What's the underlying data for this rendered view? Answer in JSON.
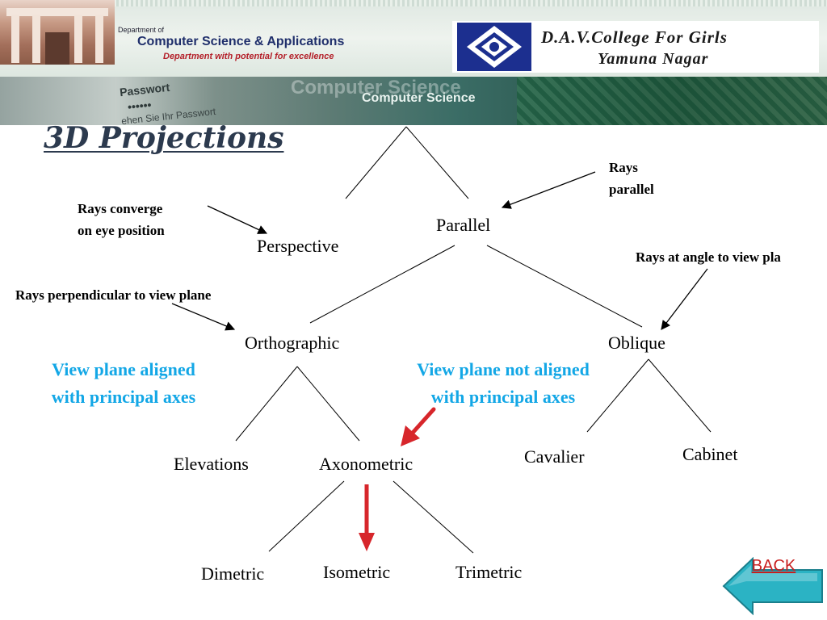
{
  "header": {
    "dept_small": "Department of",
    "dept_name": "Computer Science & Applications",
    "dept_tagline": "Department with potential for excellence",
    "college_line1": "D.A.V.College For Girls",
    "college_line2": "Yamuna Nagar",
    "banner_passwort": "Passwort",
    "banner_dots": "••••••",
    "banner_ihr": "ehen Sie Ihr Passwort",
    "banner_cs_ghost": "Computer Science",
    "banner_cs": "Computer Science"
  },
  "title": "3D Projections",
  "nodes": {
    "perspective": "Perspective",
    "parallel": "Parallel",
    "orthographic": "Orthographic",
    "oblique": "Oblique",
    "elevations": "Elevations",
    "axonometric": "Axonometric",
    "cavalier": "Cavalier",
    "cabinet": "Cabinet",
    "dimetric": "Dimetric",
    "isometric": "Isometric",
    "trimetric": "Trimetric"
  },
  "annotations": {
    "rays_converge_1": "Rays converge",
    "rays_converge_2": "on eye position",
    "rays_parallel_1": "Rays",
    "rays_parallel_2": "parallel",
    "rays_angle": "Rays at angle to view pla",
    "rays_perpendicular": "Rays perpendicular to view plane",
    "aligned_1": "View plane aligned",
    "aligned_2": "with principal axes",
    "not_aligned_1": "View plane not aligned",
    "not_aligned_2": "with principal axes"
  },
  "back_button": {
    "label": "BACK"
  },
  "colors": {
    "annotation_blue": "#13a7e6",
    "arrow_red": "#d7262b",
    "back_button_teal": "#2bb3c4",
    "title": "#2c3a4e"
  }
}
